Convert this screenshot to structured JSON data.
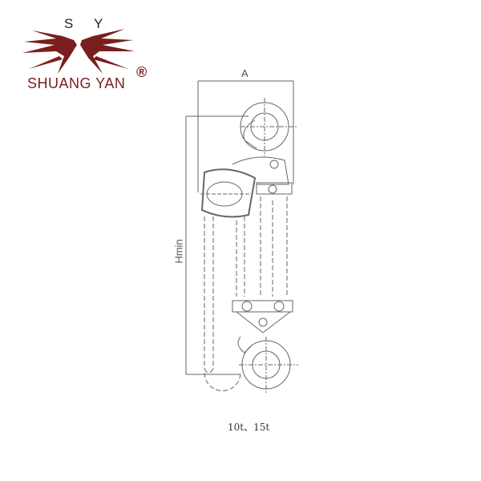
{
  "logo": {
    "top_left": "S",
    "top_right": "Y",
    "brand": "SHUANG YAN",
    "registered": "®",
    "color": "#7a1e1e"
  },
  "drawing": {
    "width_label": "A",
    "height_label": "Hmin",
    "caption": "10t、15t",
    "line_color": "#666666"
  }
}
